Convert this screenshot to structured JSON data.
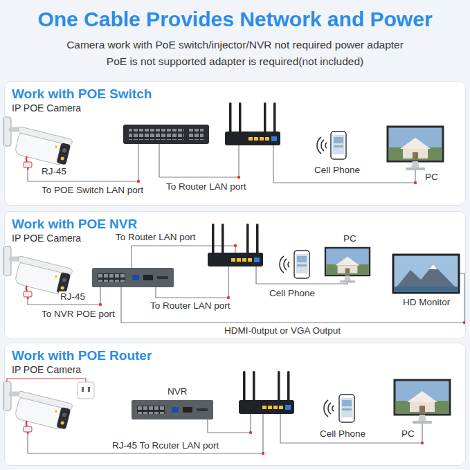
{
  "diagram": {
    "title": "One Cable Provides Network and Power",
    "nodes": [
      {
        "text": [
          "Work with POE Switch",
          "IP POE Camera"
        ]
      },
      {
        "text": [
          "Work with POE NVR",
          "IP POE Camera"
        ]
      },
      {
        "text": [
          "Work with POE Router",
          "IP POE Camera"
        ]
      }
    ],
    "labels": [
      "Camera work with PoE switch/injector/NVR not required power adapter",
      "PoE is not supported adapter is required(not included)",
      "RJ-45",
      "To POE Switch LAN port",
      "To Router LAN port",
      "Cell Phone",
      "PC",
      "To Router LAN port",
      "Cell Phone",
      "PC",
      "RJ-45",
      "To NVR POE port",
      "To Router LAN port",
      "HD Monitor",
      "HDMI-0utput or VGA Output",
      "NVR",
      "Cell Phone",
      "PC",
      "RJ-45 To Rcuter LAN port"
    ]
  }
}
